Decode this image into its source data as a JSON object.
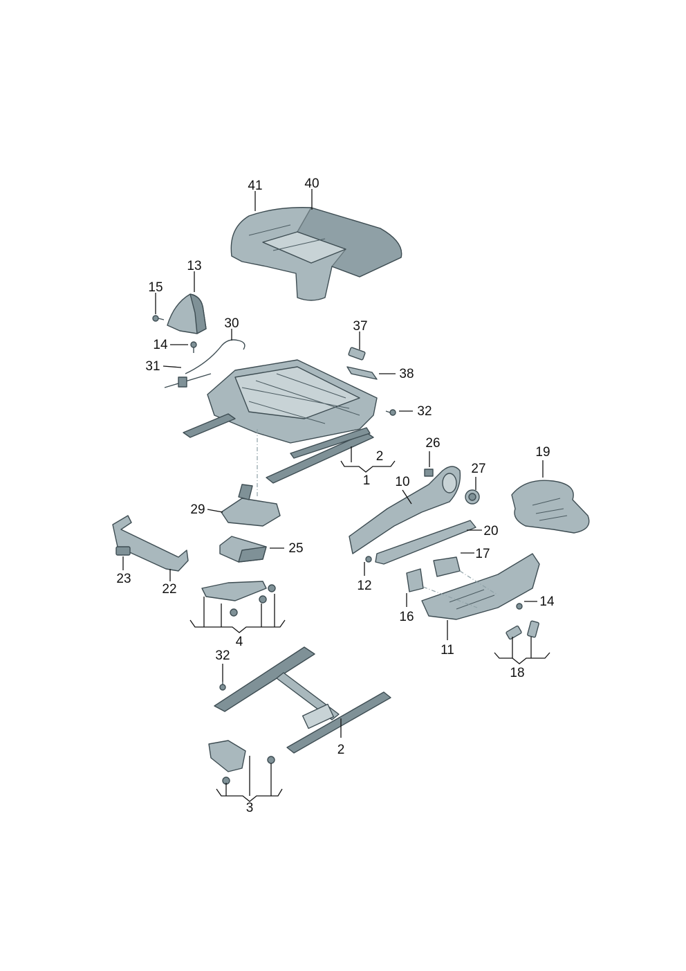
{
  "colors": {
    "background": "#ffffff",
    "part_fill": "#a9b8bd",
    "part_shadow": "#7f9197",
    "part_highlight": "#c8d3d6",
    "outline": "#3d4c52",
    "text": "#111111"
  },
  "callouts": {
    "c1": "1",
    "c2a": "2",
    "c2b": "2",
    "c3": "3",
    "c4": "4",
    "c10": "10",
    "c11": "11",
    "c12": "12",
    "c13": "13",
    "c14a": "14",
    "c14b": "14",
    "c15": "15",
    "c16": "16",
    "c17": "17",
    "c18": "18",
    "c19": "19",
    "c20": "20",
    "c22": "22",
    "c23": "23",
    "c25": "25",
    "c26": "26",
    "c27": "27",
    "c29": "29",
    "c30": "30",
    "c31": "31",
    "c32a": "32",
    "c32b": "32",
    "c37": "37",
    "c38": "38",
    "c40": "40",
    "c41": "41"
  }
}
